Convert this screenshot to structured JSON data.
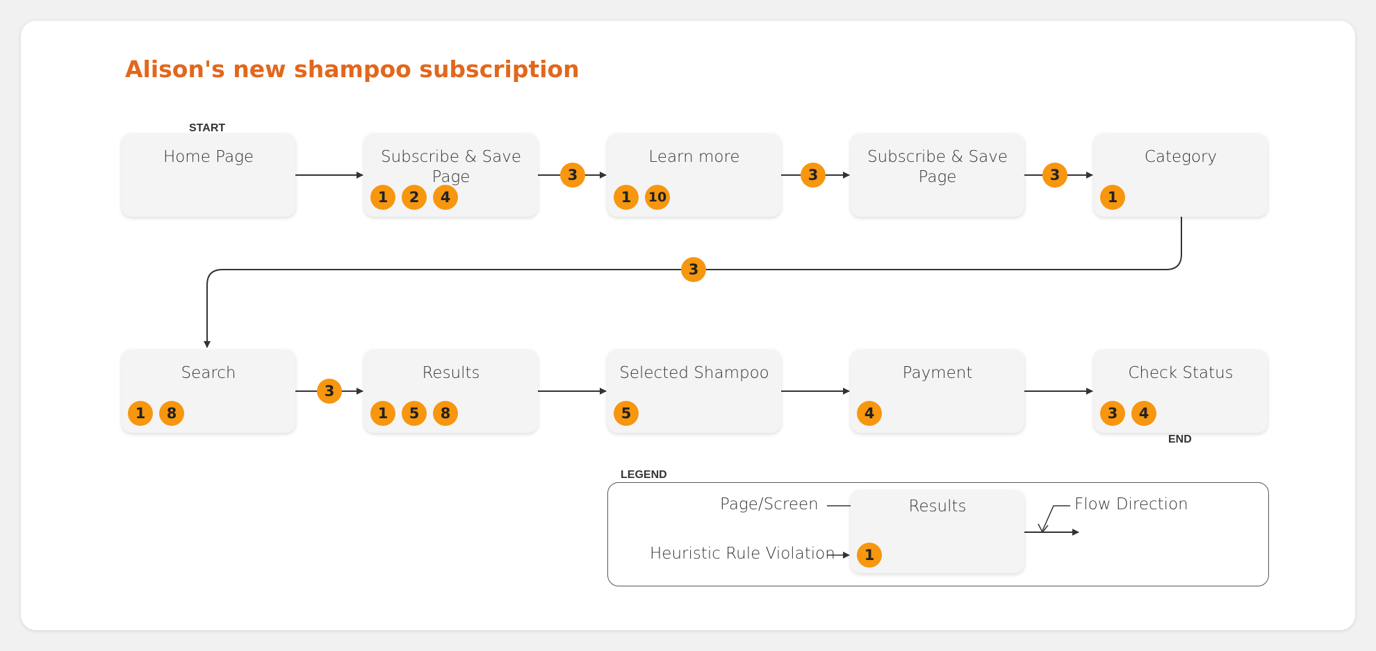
{
  "title": "Alison's new shampoo subscription",
  "start_label": "START",
  "end_label": "END",
  "legend_title": "LEGEND",
  "colors": {
    "accent": "#e2671c",
    "badge": "#f7960f",
    "node_bg": "#f4f4f4"
  },
  "nodes": [
    {
      "label": "Home Page",
      "violations": []
    },
    {
      "label": "Subscribe & Save Page",
      "violations": [
        "1",
        "2",
        "4"
      ]
    },
    {
      "label": "Learn more",
      "violations": [
        "1",
        "10"
      ]
    },
    {
      "label": "Subscribe & Save Page",
      "violations": []
    },
    {
      "label": "Category",
      "violations": [
        "1"
      ]
    },
    {
      "label": "Search",
      "violations": [
        "1",
        "8"
      ]
    },
    {
      "label": "Results",
      "violations": [
        "1",
        "5",
        "8"
      ]
    },
    {
      "label": "Selected Shampoo",
      "violations": [
        "5"
      ]
    },
    {
      "label": "Payment",
      "violations": [
        "4"
      ]
    },
    {
      "label": "Check Status",
      "violations": [
        "3",
        "4"
      ]
    }
  ],
  "edge_violations": [
    "3",
    "3",
    "3",
    "3",
    "3"
  ],
  "legend": {
    "page_screen": "Page/Screen",
    "sample_node": "Results",
    "heuristic": "Heuristic Rule Violation",
    "sample_violation": "1",
    "flow_direction": "Flow Direction"
  }
}
